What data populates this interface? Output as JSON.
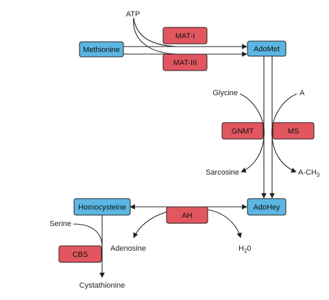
{
  "colors": {
    "metabolite_fill": "#5bb6e1",
    "enzyme_fill": "#e2565f",
    "stroke": "#222222"
  },
  "metabolites": {
    "methionine": "Methionine",
    "adomet": "AdoMet",
    "adohey": "AdoHey",
    "homocysteine": "Homocysteine"
  },
  "enzymes": {
    "mat1": "MAT-I",
    "mat3": "MAT-III",
    "gnmt": "GNMT",
    "ms": "MS",
    "ah": "AH",
    "cbs": "CBS"
  },
  "labels": {
    "atp": "ATP",
    "glycine": "Glycine",
    "a": "A",
    "sarcosine": "Sarcosine",
    "a_ch3_base": "A-CH",
    "a_ch3_sub": "3",
    "serine": "Serine",
    "adenosine": "Adenosine",
    "h2o_h": "H",
    "h2o_sub": "2",
    "h2o_o": "0",
    "cystathionine": "Cystathionine"
  }
}
